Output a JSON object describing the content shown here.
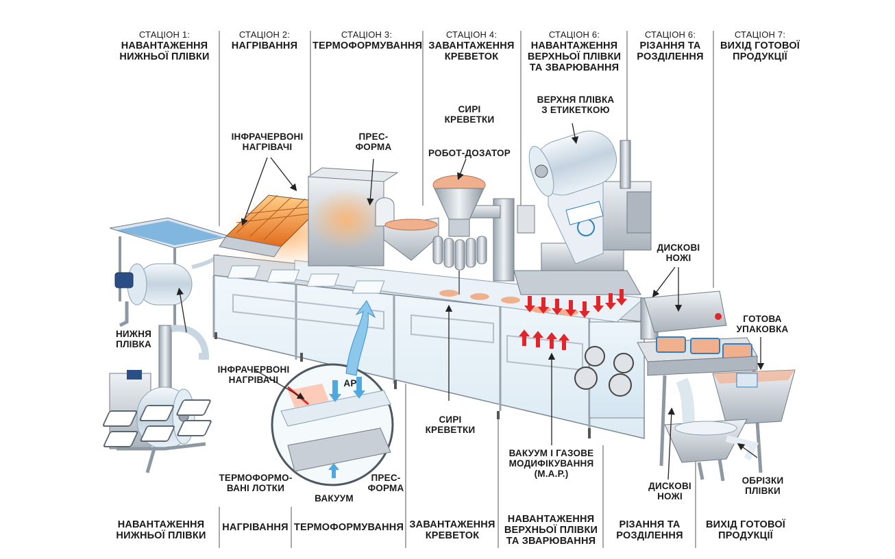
{
  "stations": [
    {
      "number": "СТАЦІОН 1:",
      "name": "НАВАНТАЖЕННЯ\nНИЖНЬОЇ ПЛІВКИ"
    },
    {
      "number": "СТАЦІОН 2:",
      "name": "НАГРІВАННЯ"
    },
    {
      "number": "СТАЦІОН 3:",
      "name": "ТЕРМОФОРМУВАННЯ"
    },
    {
      "number": "СТАЦІОН 4:",
      "name": "ЗАВАНТАЖЕННЯ\nКРЕВЕТОК"
    },
    {
      "number": "СТАЦІОН 6:",
      "name": "НАВАНТАЖЕННЯ\nВЕРХНЬОЇ ПЛІВКИ\nТА ЗВАРЮВАННЯ"
    },
    {
      "number": "СТАЦІОН 6:",
      "name": "РІЗАННЯ ТА\nРОЗДІЛЕННЯ"
    },
    {
      "number": "СТАЦІОН 7:",
      "name": "ВИХІД ГОТОВОЇ\nПРОДУКЦІЇ"
    }
  ],
  "callouts": {
    "ir_heaters_top": "ІНФРАЧЕРВОНІ\nНАГРІВАЧІ",
    "press_form_top": "ПРЕС-\nФОРМА",
    "raw_shrimp_top": "СИРІ\nКРЕВЕТКИ",
    "dosing_robot": "РОБОТ-ДОЗАТОР",
    "top_film": "ВЕРХНЯ ПЛІВКА\nЗ ЕТИКЕТКОЮ",
    "disc_knives_top": "ДИСКОВІ\nНОЖІ",
    "finished_pack": "ГОТОВА\nУПАКОВКА",
    "bottom_film": "НИЖНЯ\nПЛІВКА",
    "ir_heaters_inset": "ІНФРАЧЕРВОНІ\nНАГРІВАЧІ",
    "air": "АР",
    "thermoformed_trays": "ТЕРМОФОРМО-\nВАНІ ЛОТКИ",
    "vacuum": "ВАКУУМ",
    "press_form_inset": "ПРЕС-\nФОРМА",
    "raw_shrimp_bottom": "СИРІ\nКРЕВЕТКИ",
    "map": "ВАКУУМ І ГАЗОВЕ\nМОДИФІКУВАННЯ\n(М.А.Р.)",
    "disc_knives_bottom": "ДИСКОВІ\nНОЖІ",
    "film_trimmings": "ОБРІЗКИ\nПЛІВКИ"
  },
  "bottom_labels": [
    "НАВАНТАЖЕННЯ\nНИЖНЬОЇ ПЛІВКИ",
    "НАГРІВАННЯ",
    "ТЕРМОФОРМУВАННЯ",
    "ЗАВАНТАЖЕННЯ\nКРЕВЕТОК",
    "НАВАНТАЖЕННЯ\nВЕРХНЬОЇ ПЛІВКИ\nТА ЗВАРЮВАННЯ",
    "РІЗАННЯ ТА\nРОЗДІЛЕННЯ",
    "ВИХІД ГОТОВОЇ\nПРОДУКЦІЇ"
  ],
  "colors": {
    "steel": "#c9cfd6",
    "steel_dark": "#7d8893",
    "glass": "#dcebf5",
    "heater": "#f08a2a",
    "accent_blue": "#2f7fc4",
    "arrow_red": "#e0262b",
    "arrow_blue": "#4fa8de",
    "shrimp": "#f1b08d"
  }
}
